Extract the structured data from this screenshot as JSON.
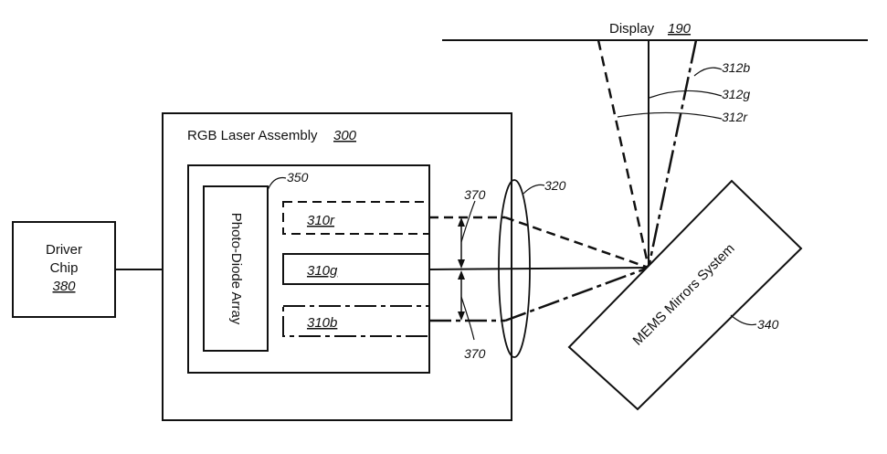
{
  "display": {
    "label": "Display",
    "ref": "190"
  },
  "beams": {
    "blue": "312b",
    "green": "312g",
    "red": "312r"
  },
  "assembly": {
    "label": "RGB Laser Assembly",
    "ref": "300"
  },
  "photodiode": {
    "label": "Photo-Diode Array",
    "ref": "350"
  },
  "lasers": {
    "red": "310r",
    "green": "310g",
    "blue": "310b"
  },
  "lens": {
    "ref": "320"
  },
  "spacing": {
    "top_ref": "370",
    "bottom_ref": "370"
  },
  "driver": {
    "line1": "Driver",
    "line2": "Chip",
    "ref": "380"
  },
  "mems": {
    "label": "MEMS Mirrors System",
    "ref": "340"
  }
}
